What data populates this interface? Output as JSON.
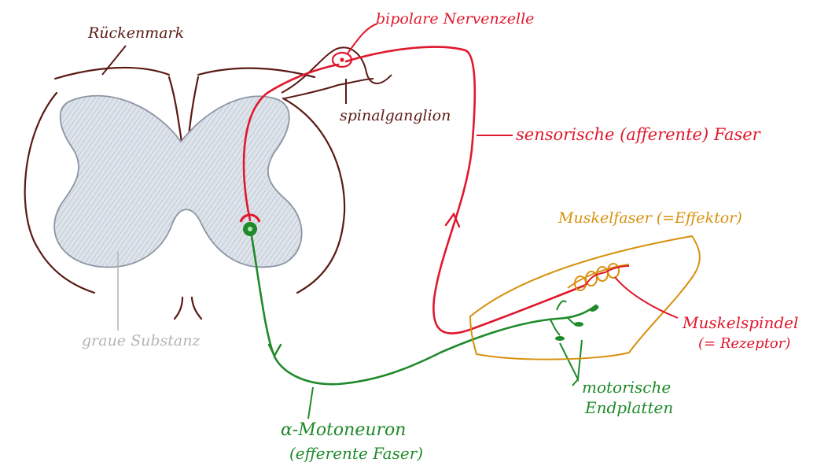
{
  "labels": {
    "rueckenmark": "Rückenmark",
    "bipolare_nervenzelle": "bipolare Nervenzelle",
    "spinalganglion": "spinalganglion",
    "sensorische_faser": "sensorische (afferente) Faser",
    "muskelfaser": "Muskelfaser (=Effektor)",
    "muskelspindel": "Muskelspindel",
    "rezeptor": "(= Rezeptor)",
    "graue_substanz": "graue Substanz",
    "motorische": "motorische",
    "endplatten": "Endplatten",
    "motoneuron": "α-Motoneuron",
    "efferente_faser": "(efferente Faser)"
  },
  "colors": {
    "outline": "#5a1a14",
    "sensory": "#e0182d",
    "motor": "#1f8a2a",
    "muscle": "#d8900c",
    "grey_matter_fill": "#dde3ea",
    "grey_matter_stroke": "#8c95a3",
    "pointer_grey": "#b4b4b4"
  }
}
